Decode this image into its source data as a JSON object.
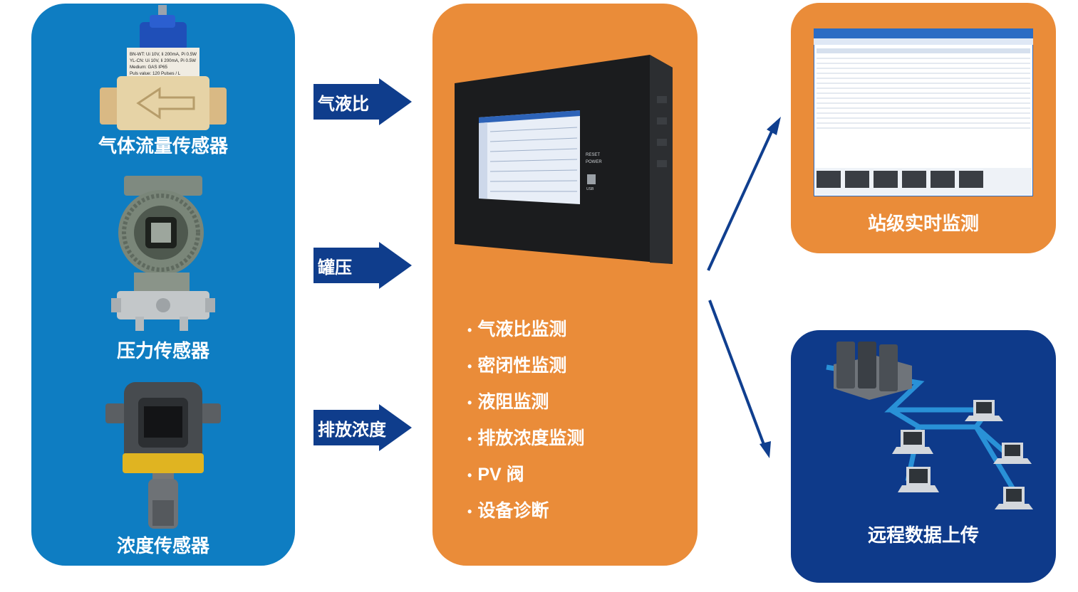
{
  "sensors": {
    "items": [
      {
        "caption": "气体流量传感器",
        "icon": "flow-sensor-icon"
      },
      {
        "caption": "压力传感器",
        "icon": "pressure-transmitter-icon"
      },
      {
        "caption": "浓度传感器",
        "icon": "gas-detector-icon"
      }
    ],
    "flow_label_lines": [
      "BN-WT: Ui 10V, Ii 200mA, Pi 0.5W",
      "YL-CN: Ui 10V, Ii 200mA, Pi 0.5W",
      "Medium: GAS          IP65",
      "Puls value: 120 Pulses / L"
    ]
  },
  "arrows": [
    "气液比",
    "罐压",
    "排放浓度"
  ],
  "device": {
    "icon": "monitoring-terminal-icon",
    "buttons": [
      "RESET",
      "POWER",
      "USB"
    ],
    "functions": [
      "气液比监测",
      "密闭性监测",
      "液阻监测",
      "排放浓度监测",
      "PV 阀",
      "设备诊断"
    ]
  },
  "outputs": {
    "station_caption": "站级实时监测",
    "remote_caption": "远程数据上传",
    "station_icon": "monitoring-software-screenshot-icon",
    "remote_icon": "server-network-icon"
  },
  "colors": {
    "blue": "#0e7dc2",
    "orange": "#ea8c39",
    "navy": "#0e3a8a",
    "arrow": "#0f3d8c"
  }
}
